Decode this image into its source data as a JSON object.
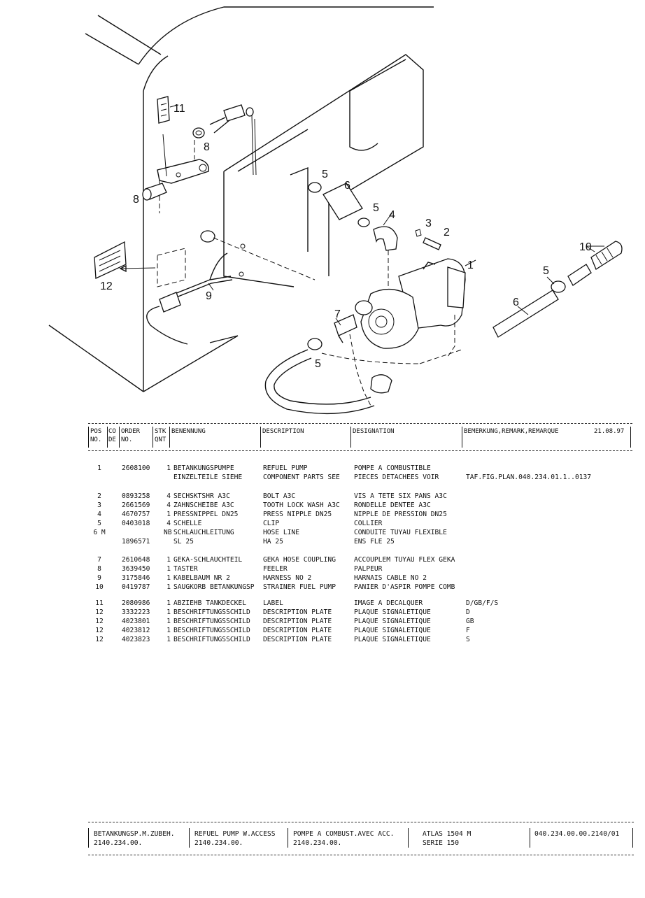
{
  "drawing": {
    "callouts": [
      "11",
      "8",
      "8",
      "5",
      "6",
      "5",
      "4",
      "3",
      "2",
      "1",
      "10",
      "5",
      "6",
      "7",
      "5",
      "12",
      "9"
    ]
  },
  "header": {
    "pos_no": [
      "POS",
      "NO."
    ],
    "code": [
      "CO",
      "DE"
    ],
    "order_no": [
      "ORDER",
      "NO."
    ],
    "qty": [
      "STK",
      "QNT"
    ],
    "benennung": "BENENNUNG",
    "description": "DESCRIPTION",
    "designation": "DESIGNATION",
    "remark": "BEMERKUNG,REMARK,REMARQUE",
    "date": "21.08.97"
  },
  "rows": [
    {
      "pos": "1",
      "order": "2608100",
      "qty": "1",
      "benennung": "BETANKUNGSPUMPE",
      "description": "REFUEL PUMP",
      "designation": "POMPE A COMBUSTIBLE",
      "remark": ""
    },
    {
      "pos": "",
      "order": "",
      "qty": "",
      "benennung": "EINZELTEILE SIEHE",
      "description": "COMPONENT PARTS SEE",
      "designation": "PIECES DETACHEES VOIR",
      "remark": "TAF.FIG.PLAN.040.234.01.1..0137"
    },
    {
      "pos": "2",
      "order": "0893258",
      "qty": "4",
      "benennung": "SECHSKTSHR A3C",
      "description": "BOLT A3C",
      "designation": "VIS A TETE SIX PANS A3C",
      "remark": ""
    },
    {
      "pos": "3",
      "order": "2661569",
      "qty": "4",
      "benennung": "ZAHNSCHEIBE A3C",
      "description": "TOOTH LOCK WASH A3C",
      "designation": "RONDELLE DENTEE A3C",
      "remark": ""
    },
    {
      "pos": "4",
      "order": "4670757",
      "qty": "1",
      "benennung": "PRESSNIPPEL DN25",
      "description": "PRESS NIPPLE DN25",
      "designation": "NIPPLE DE PRESSION DN25",
      "remark": ""
    },
    {
      "pos": "5",
      "order": "0403018",
      "qty": "4",
      "benennung": "SCHELLE",
      "description": "CLIP",
      "designation": "COLLIER",
      "remark": ""
    },
    {
      "pos": "6 M",
      "order": "",
      "qty": "NB",
      "benennung": "SCHLAUCHLEITUNG",
      "description": "HOSE LINE",
      "designation": "CONDUITE TUYAU FLEXIBLE",
      "remark": ""
    },
    {
      "pos": "",
      "order": "1896571",
      "qty": "",
      "benennung": "SL 25",
      "description": "HA 25",
      "designation": "ENS FLE 25",
      "remark": ""
    },
    {
      "pos": "7",
      "order": "2610648",
      "qty": "1",
      "benennung": "GEKA-SCHLAUCHTEIL",
      "description": "GEKA HOSE COUPLING",
      "designation": "ACCOUPLEM TUYAU FLEX GEKA",
      "remark": ""
    },
    {
      "pos": "8",
      "order": "3639450",
      "qty": "1",
      "benennung": "TASTER",
      "description": "FEELER",
      "designation": "PALPEUR",
      "remark": ""
    },
    {
      "pos": "9",
      "order": "3175846",
      "qty": "1",
      "benennung": "KABELBAUM NR  2",
      "description": "HARNESS NO  2",
      "designation": "HARNAIS CABLE NO  2",
      "remark": ""
    },
    {
      "pos": "10",
      "order": "0419787",
      "qty": "1",
      "benennung": "SAUGKORB BETANKUNGSP",
      "description": "STRAINER FUEL PUMP",
      "designation": "PANIER D'ASPIR POMPE COMB",
      "remark": ""
    },
    {
      "pos": "11",
      "order": "2080986",
      "qty": "1",
      "benennung": "ABZIEHB TANKDECKEL",
      "description": "LABEL",
      "designation": "IMAGE A DECALQUER",
      "remark": "D/GB/F/S"
    },
    {
      "pos": "12",
      "order": "3332223",
      "qty": "1",
      "benennung": "BESCHRIFTUNGSSCHILD",
      "description": "DESCRIPTION PLATE",
      "designation": "PLAQUE SIGNALETIQUE",
      "remark": "D"
    },
    {
      "pos": "12",
      "order": "4023801",
      "qty": "1",
      "benennung": "BESCHRIFTUNGSSCHILD",
      "description": "DESCRIPTION PLATE",
      "designation": "PLAQUE SIGNALETIQUE",
      "remark": "GB"
    },
    {
      "pos": "12",
      "order": "4023812",
      "qty": "1",
      "benennung": "BESCHRIFTUNGSSCHILD",
      "description": "DESCRIPTION PLATE",
      "designation": "PLAQUE SIGNALETIQUE",
      "remark": "F"
    },
    {
      "pos": "12",
      "order": "4023823",
      "qty": "1",
      "benennung": "BESCHRIFTUNGSSCHILD",
      "description": "DESCRIPTION PLATE",
      "designation": "PLAQUE SIGNALETIQUE",
      "remark": "S"
    }
  ],
  "footer": {
    "de_title": "BETANKUNGSP.M.ZUBEH.",
    "de_ref": "2140.234.00.",
    "en_title": "REFUEL PUMP W.ACCESS",
    "en_ref": "2140.234.00.",
    "fr_title": "POMPE A COMBUST.AVEC ACC.",
    "fr_ref": "2140.234.00.",
    "model": "ATLAS 1504 M",
    "series": "SERIE 150",
    "drawing_no": "040.234.00.00.2140/01"
  }
}
